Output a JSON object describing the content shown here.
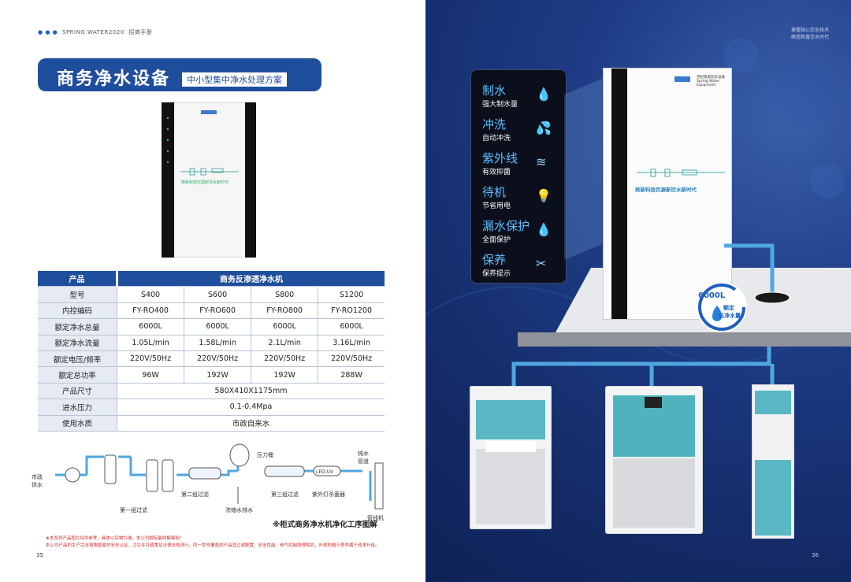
{
  "left": {
    "header": {
      "brand": "SPRING WATER2020",
      "book": "招商手册"
    },
    "title": "商务净水设备",
    "subtitle": "中小型集中净水处理方案",
    "unit_panel_text": "核新科技饮源新饮水新时代",
    "table": {
      "head": [
        "产品",
        "商务反渗透净水机"
      ],
      "rows": [
        {
          "label": "型号",
          "values": [
            "S400",
            "S600",
            "S800",
            "S1200"
          ]
        },
        {
          "label": "内控编码",
          "values": [
            "FY-RO400",
            "FY-RO600",
            "FY-RO800",
            "FY-RO1200"
          ]
        },
        {
          "label": "额定净水总量",
          "values": [
            "6000L",
            "6000L",
            "6000L",
            "6000L"
          ]
        },
        {
          "label": "额定净水流量",
          "values": [
            "1.05L/min",
            "1.58L/min",
            "2.1L/min",
            "3.16L/min"
          ]
        },
        {
          "label": "额定电压/频率",
          "values": [
            "220V/50Hz",
            "220V/50Hz",
            "220V/50Hz",
            "220V/50Hz"
          ]
        },
        {
          "label": "额定总功率",
          "values": [
            "96W",
            "192W",
            "192W",
            "288W"
          ]
        },
        {
          "label": "产品尺寸",
          "span": "580X410X1175mm"
        },
        {
          "label": "进水压力",
          "span": "0.1-0.4Mpa"
        },
        {
          "label": "使用水质",
          "span": "市政自来水"
        }
      ]
    },
    "flow": {
      "inlet": [
        "市政",
        "供水"
      ],
      "stage1": "第一组过滤",
      "tank": "压力桶",
      "stage2": "第二组过滤",
      "drain": "浓缩水排水",
      "stage3": "第三组过滤",
      "uv": "LED-UV",
      "uv_label": "紫外灯杀菌器",
      "pure": [
        "纯水",
        "管道"
      ],
      "line": "管线机"
    },
    "caption": "※柜式商务净水机净化工序图解",
    "notes": [
      "★本系列产品图片仅供参考，具体以实物为准，本公司拥有最终解释权！",
      "本公司产品的生产完全按照国家的安全认证、卫生许可政策及法律法规进行，同一型号覆盖的产品其过滤配置、安全性能、电气控制原理相同，外观的微小差异属于技术升级。"
    ],
    "page": "35"
  },
  "right": {
    "tagline": [
      "掌握核心饮水技术",
      "缔造新鑫饮水时代"
    ],
    "features": [
      {
        "title": "制水",
        "desc": "强大制水量",
        "icon": "water-drop-icon"
      },
      {
        "title": "冲洗",
        "desc": "自动冲洗",
        "icon": "rinse-icon"
      },
      {
        "title": "紫外线",
        "desc": "有效抑菌",
        "icon": "uv-lamp-icon"
      },
      {
        "title": "待机",
        "desc": "节省用电",
        "icon": "bulb-icon"
      },
      {
        "title": "漏水保护",
        "desc": "全面保护",
        "icon": "leak-icon"
      },
      {
        "title": "保养",
        "desc": "保养提示",
        "icon": "tools-icon"
      }
    ],
    "machine_brand": [
      "世纪春源饮水设备",
      "Spring Water Equipment"
    ],
    "machine_panel": "核新科技饮源新饮水新时代",
    "badge": {
      "value": "6000L",
      "label": [
        "额定",
        "总净水量"
      ]
    },
    "page": "36"
  }
}
